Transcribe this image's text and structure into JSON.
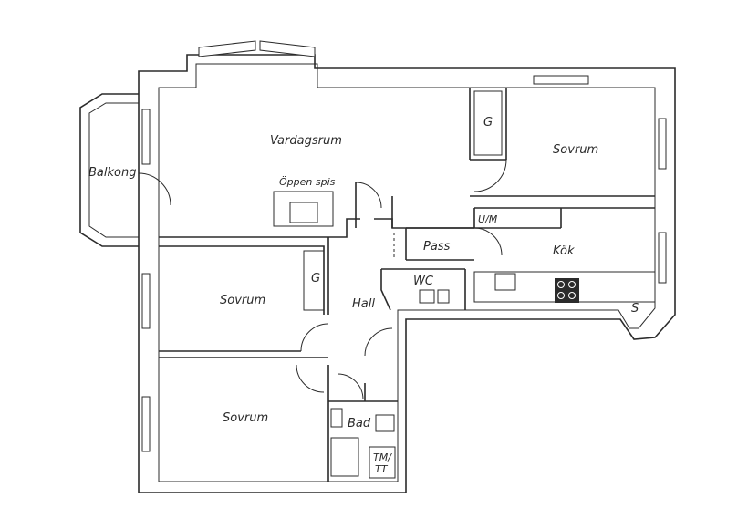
{
  "rooms": {
    "vardagsrum": "Vardagsrum",
    "balkong": "Balkong",
    "oppen_spis": "Öppen spis",
    "sovrum_ne": "Sovrum",
    "sovrum_w": "Sovrum",
    "sovrum_sw": "Sovrum",
    "kok": "Kök",
    "hall": "Hall",
    "pass": "Pass",
    "wc": "WC",
    "bad": "Bad",
    "um": "U/M",
    "g_ne": "G",
    "g_w": "G",
    "s": "S",
    "tm": "TM/",
    "tt": "TT"
  }
}
